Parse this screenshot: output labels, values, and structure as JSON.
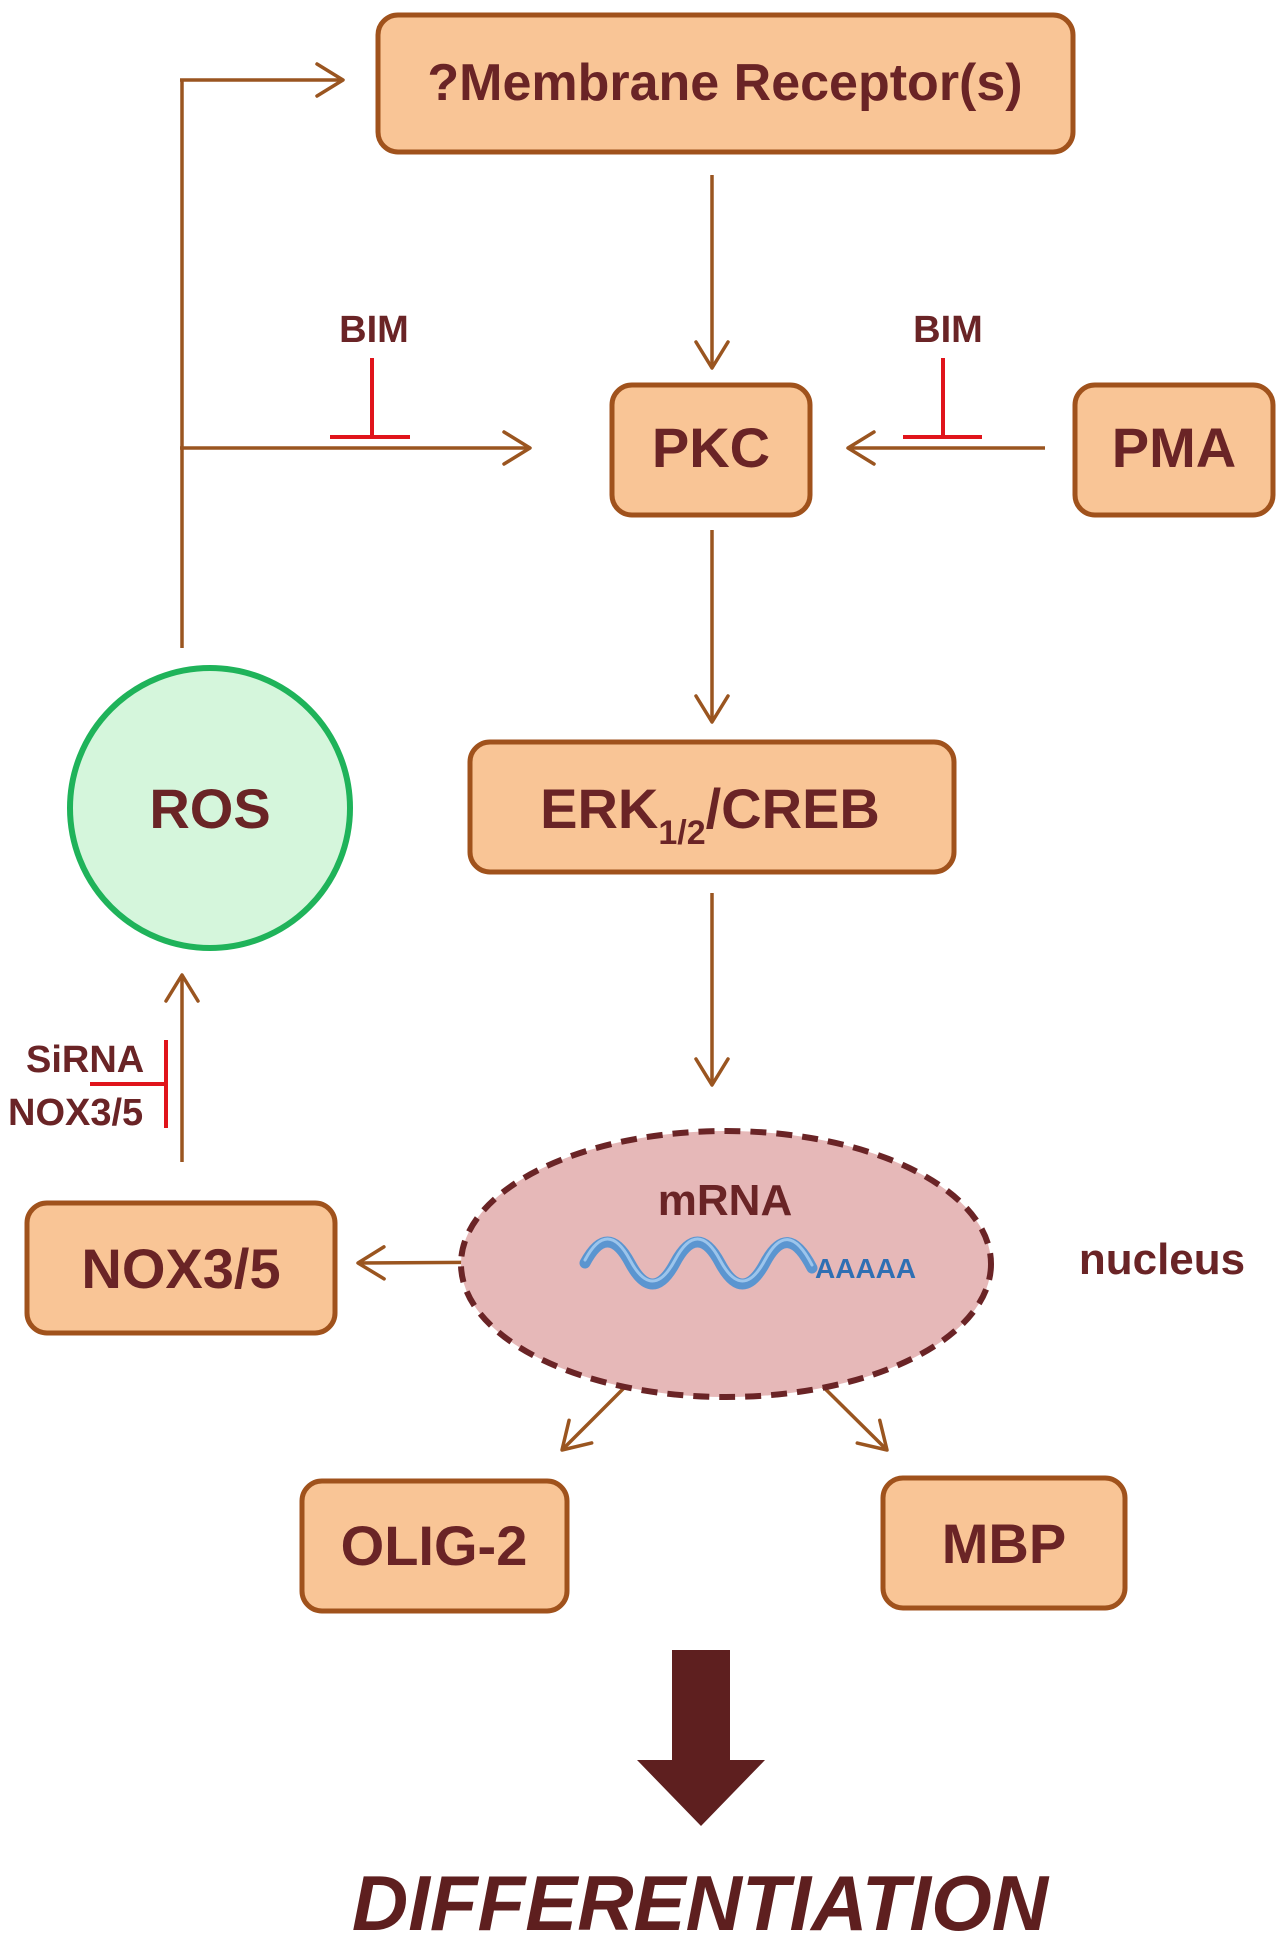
{
  "nodes": {
    "membrane_receptor": "?Membrane Receptor(s)",
    "pkc": "PKC",
    "pma": "PMA",
    "erk_main": "ERK",
    "erk_sub": "1/2",
    "erk_tail": "/CREB",
    "ros": "ROS",
    "mrna": "mRNA",
    "polya": "AAAAA",
    "nucleus": "nucleus",
    "nox": "NOX3/5",
    "olig2": "OLIG-2",
    "mbp": "MBP",
    "differentiation": "DIFFERENTIATION"
  },
  "inhibitors": {
    "bim_left": "BIM",
    "bim_right": "BIM",
    "sirna_line1": "SiRNA",
    "sirna_line2": "NOX3/5"
  },
  "colors": {
    "box_fill": "#f9c596",
    "box_stroke": "#a0521c",
    "arrow": "#9a5520",
    "inhibit": "#e0141b",
    "text": "#6a2426",
    "ros_fill": "#d5f6dc",
    "ros_stroke": "#1fb35a",
    "nucleus_fill": "#e6b8b8",
    "nucleus_stroke": "#6a2426",
    "mrna_strand": "#5b95d0",
    "big_arrow": "#5e1f1f"
  }
}
